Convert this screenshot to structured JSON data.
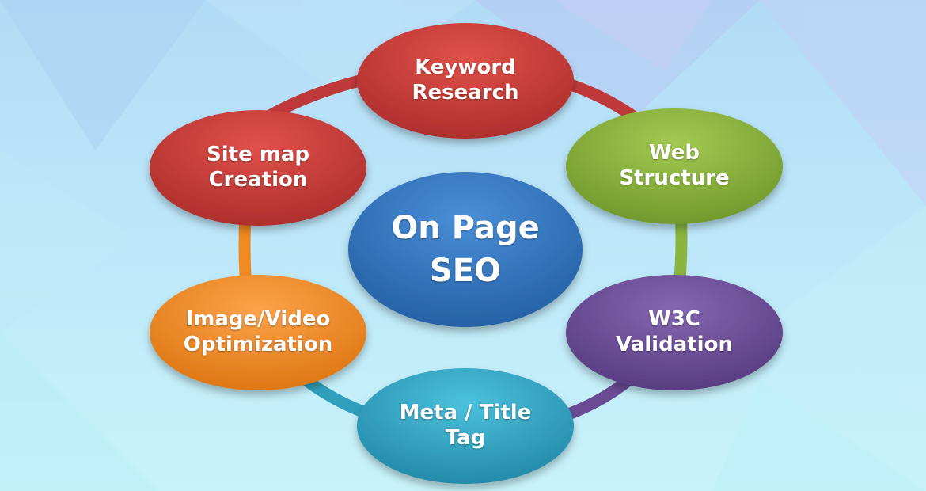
{
  "center": {
    "label": "On Page\nSEO",
    "color": "#2f6fb8"
  },
  "nodes": [
    {
      "id": "keyword-research",
      "label": "Keyword\nResearch",
      "color": "#c83a37"
    },
    {
      "id": "web-structure",
      "label": "Web\nStructure",
      "color": "#84ad3a"
    },
    {
      "id": "w3c-validation",
      "label": "W3C\nValidation",
      "color": "#6a4b94"
    },
    {
      "id": "meta-title-tag",
      "label": "Meta / Title\nTag",
      "color": "#2fa0be"
    },
    {
      "id": "image-video-opt",
      "label": "Image/Video\nOptimization",
      "color": "#f08a22"
    },
    {
      "id": "site-map-creation",
      "label": "Site map\nCreation",
      "color": "#c83a37"
    }
  ]
}
